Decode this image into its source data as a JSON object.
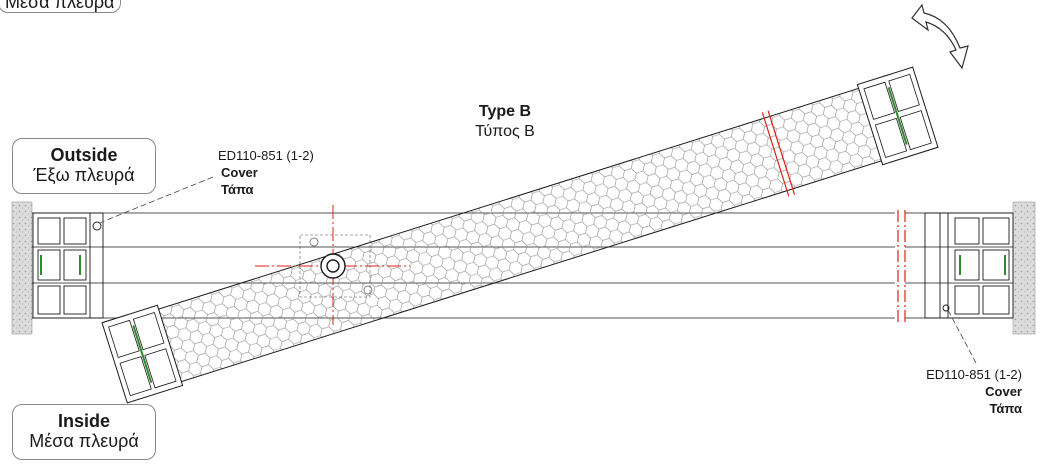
{
  "top_left_fragment": "Μέσα πλευρά",
  "outside_label": {
    "en": "Outside",
    "gr": "Έξω πλευρά"
  },
  "inside_label": {
    "en": "Inside",
    "gr": "Μέσα πλευρά"
  },
  "type_title": {
    "en": "Type B",
    "gr": "Τύπος B"
  },
  "note_top": {
    "code": "ED110-851 (1-2)",
    "en": "Cover",
    "gr": "Τάπα"
  },
  "note_bottom": {
    "code": "ED110-851 (1-2)",
    "en": "Cover",
    "gr": "Τάπα"
  },
  "colors": {
    "line": "#1a1a1a",
    "axis": "#e0201b",
    "wall": "#d8d8d8",
    "gasket": "#2f8a2f"
  },
  "icons": [
    "rotate-arrow-icon",
    "pivot-icon",
    "honeycomb-core"
  ]
}
